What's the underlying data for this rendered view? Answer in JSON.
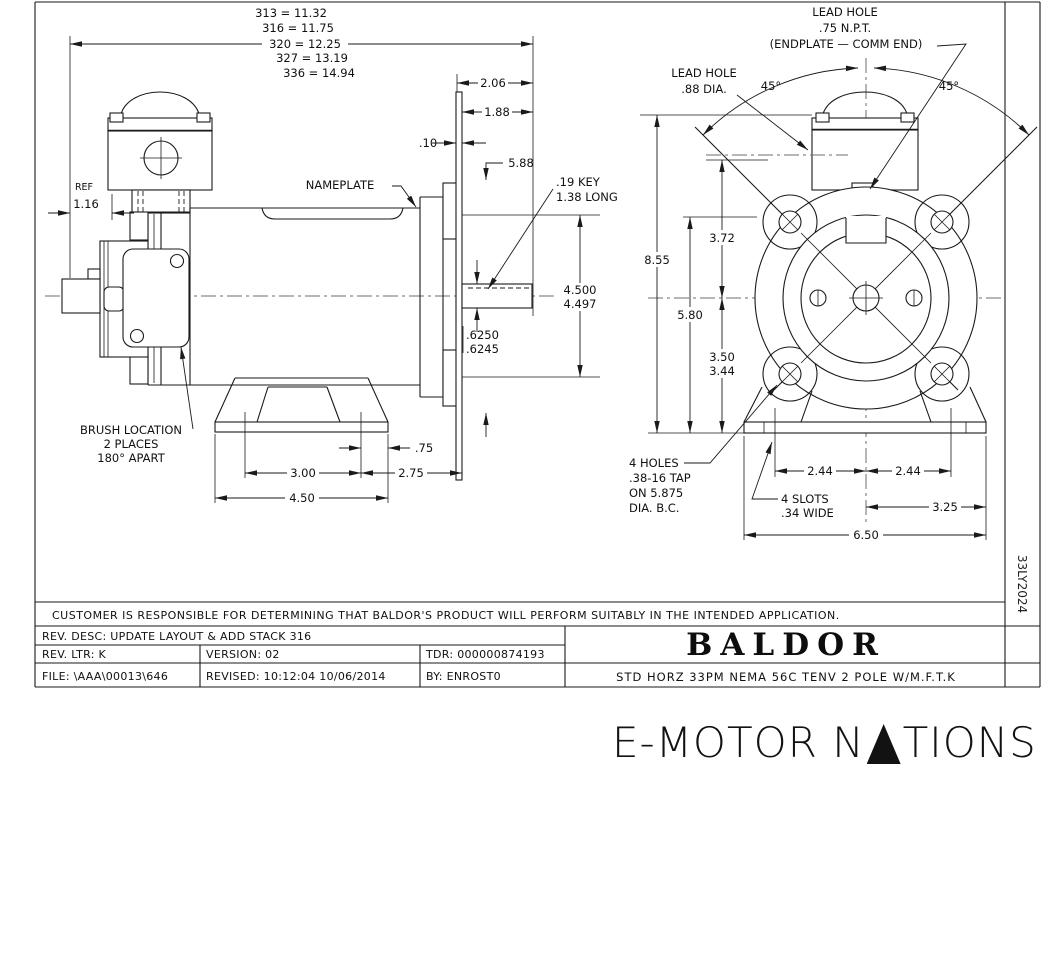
{
  "drawing": {
    "stack_dims": [
      "313 = 11.32",
      "316 = 11.75",
      "320 = 12.25",
      "327 = 13.19",
      "336 = 14.94"
    ],
    "side": {
      "ref_label": "REF",
      "ref_value": "1.16",
      "nameplate": "NAMEPLATE",
      "brush_line1": "BRUSH LOCATION",
      "brush_line2": "2 PLACES",
      "brush_line3": "180° APART",
      "dim_overhang": "2.06",
      "dim_188": "1.88",
      "dim_plate": ".10",
      "dim_bc": "5.88",
      "key_line1": ".19 KEY",
      "key_line2": "1.38 LONG",
      "pilot_max": "4.500",
      "pilot_min": "4.497",
      "shaft_max": ".6250",
      "shaft_min": ".6245",
      "dim_feet": "3.00",
      "dim_feet_overall": "4.50",
      "dim_ba": "2.75",
      "dim_slot_edge": ".75"
    },
    "end": {
      "lead_top_1": "LEAD HOLE",
      "lead_top_2": ".75 N.P.T.",
      "lead_top_3": "(ENDPLATE — COMM END)",
      "lead_left_1": "LEAD HOLE",
      "lead_left_2": ".88 DIA.",
      "angle_l": "45°",
      "angle_r": "45°",
      "dim_855": "8.55",
      "dim_580": "5.80",
      "dim_372": "3.72",
      "dim_350": "3.50",
      "dim_344": "3.44",
      "holes_1": "4 HOLES",
      "holes_2": ".38-16 TAP",
      "holes_3": "ON 5.875",
      "holes_4": "DIA. B.C.",
      "slots_1": "4 SLOTS",
      "slots_2": ".34 WIDE",
      "dim_244_l": "2.44",
      "dim_244_r": "2.44",
      "dim_325": "3.25",
      "dim_650": "6.50"
    },
    "sheet_number": "33LY2024"
  },
  "title_block": {
    "disclaimer": "CUSTOMER IS RESPONSIBLE FOR DETERMINING THAT BALDOR'S PRODUCT WILL PERFORM SUITABLY IN THE INTENDED APPLICATION.",
    "rev_desc": "REV. DESC:  UPDATE LAYOUT & ADD STACK 316",
    "rev_ltr": "REV. LTR:  K",
    "version": "VERSION: 02",
    "tdr": "TDR: 000000874193",
    "file": "FILE: \\AAA\\00013\\646",
    "revised": "REVISED: 10:12:04 10/06/2014",
    "by": "BY: ENROST0",
    "brand": "BALDOR",
    "description": "STD HORZ 33PM NEMA 56C TENV 2 POLE W/M.F.T.K"
  },
  "footer": {
    "logo_before": "E-MOTOR N",
    "logo_after": "TIONS"
  },
  "colors": {
    "ink": "#1a1a1a",
    "centerline": "#6e6e6e"
  }
}
